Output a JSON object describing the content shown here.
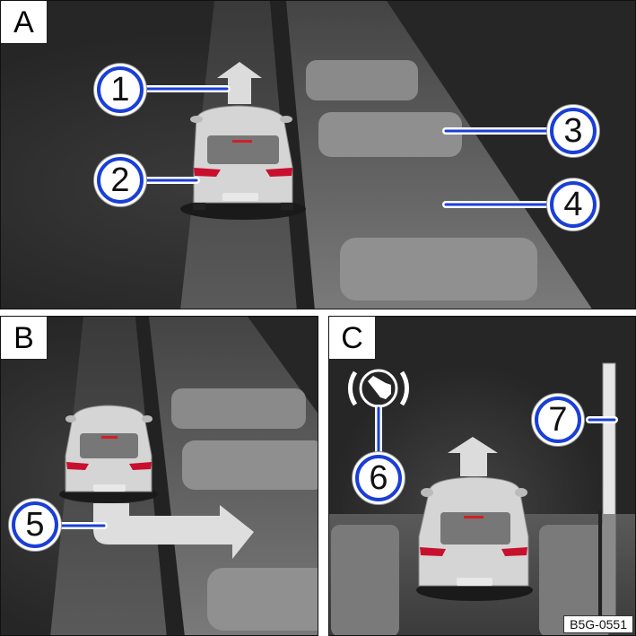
{
  "figure": {
    "reference_code": "B5G-0551",
    "colors": {
      "background": "#262626",
      "callout_ring": "#1a3fd6",
      "callout_fill": "#ffffff",
      "arrow": "#e0e0e0",
      "lane_highlight": "#8a8a8a",
      "parking_space": "#9a9a9a",
      "tail_light": "#c8102e"
    }
  },
  "panels": [
    {
      "id": "A",
      "label": "A",
      "callouts": [
        {
          "number": "1",
          "target": "forward-arrow"
        },
        {
          "number": "2",
          "target": "vehicle"
        },
        {
          "number": "3",
          "target": "parking-space"
        },
        {
          "number": "4",
          "target": "parking-lane-area"
        }
      ]
    },
    {
      "id": "B",
      "label": "B",
      "callouts": [
        {
          "number": "5",
          "target": "lateral-parking-arrow"
        }
      ]
    },
    {
      "id": "C",
      "label": "C",
      "callouts": [
        {
          "number": "6",
          "target": "brake-warning-icon"
        },
        {
          "number": "7",
          "target": "pillar"
        }
      ]
    }
  ]
}
